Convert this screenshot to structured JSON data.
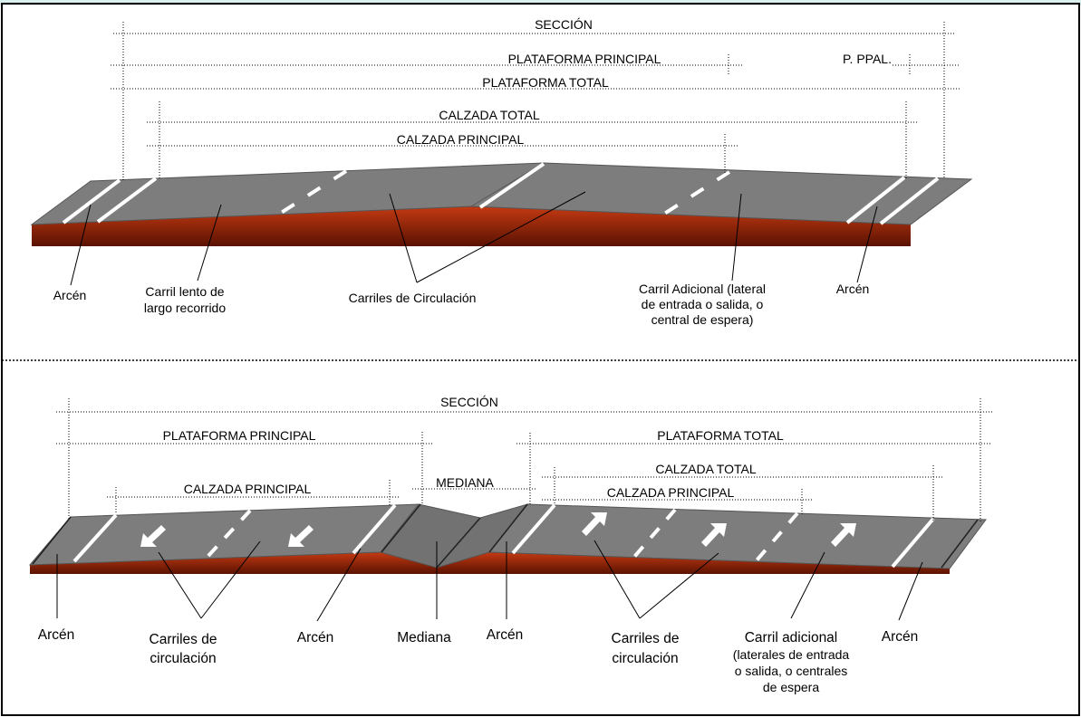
{
  "colors": {
    "asphalt": "#7d7d7d",
    "asphalt_dark": "#6f6f6f",
    "earth_top": "#c43a12",
    "earth_bottom": "#5a1202",
    "marking": "#ffffff",
    "frame": "#000000",
    "frame_top_band": "#d9f0ef"
  },
  "top": {
    "dimensions": {
      "seccion": "SECCIÓN",
      "plataforma_principal": "PLATAFORMA PRINCIPAL",
      "p_ppal": "P. PPAL.",
      "plataforma_total": "PLATAFORMA TOTAL",
      "calzada_total": "CALZADA TOTAL",
      "calzada_principal": "CALZADA PRINCIPAL"
    },
    "labels": {
      "arcen_left": "Arcén",
      "carril_lento_1": "Carril lento de",
      "carril_lento_2": "largo recorrido",
      "carriles": "Carriles de Circulación",
      "adicional_1": "Carril Adicional (lateral",
      "adicional_2": "de entrada o salida, o",
      "adicional_3": "central de espera)",
      "arcen_right": "Arcén"
    }
  },
  "bottom": {
    "dimensions": {
      "seccion": "SECCIÓN",
      "plataforma_principal": "PLATAFORMA PRINCIPAL",
      "plataforma_total": "PLATAFORMA TOTAL",
      "mediana": "MEDIANA",
      "calzada_total": "CALZADA TOTAL",
      "calzada_principal_left": "CALZADA PRINCIPAL",
      "calzada_principal_right": "CALZADA PRINCIPAL"
    },
    "labels": {
      "arcen_1": "Arcén",
      "carriles_left_1": "Carriles de",
      "carriles_left_2": "circulación",
      "arcen_2": "Arcén",
      "mediana": "Mediana",
      "arcen_3": "Arcén",
      "carriles_right_1": "Carriles de",
      "carriles_right_2": "circulación",
      "adicional_1": "Carril adicional",
      "adicional_2": "(laterales de entrada",
      "adicional_3": "o salida, o centrales",
      "adicional_4": "de espera",
      "arcen_4": "Arcén"
    }
  }
}
